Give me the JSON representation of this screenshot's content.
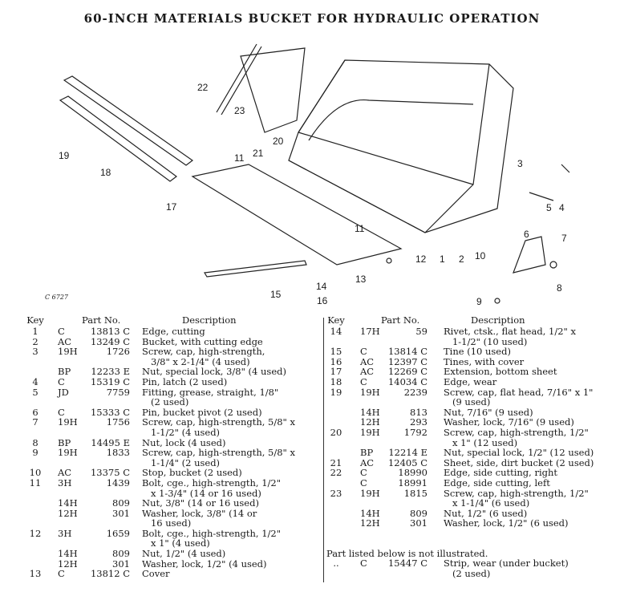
{
  "title": "60-INCH MATERIALS BUCKET FOR HYDRAULIC OPERATION",
  "figure_id": "C 6727",
  "callouts": [
    "22",
    "23",
    "21",
    "20",
    "19",
    "18",
    "17",
    "11",
    "11",
    "12",
    "13",
    "14",
    "15",
    "16",
    "1",
    "2",
    "3",
    "4",
    "5",
    "6",
    "7",
    "8",
    "9",
    "10"
  ],
  "headers": {
    "key": "Key",
    "part": "Part No.",
    "desc": "Description"
  },
  "left_rows": [
    {
      "k": "1",
      "p": "C",
      "n": "13813 C",
      "d": "Edge, cutting"
    },
    {
      "k": "2",
      "p": "AC",
      "n": "13249 C",
      "d": "Bucket, with cutting edge"
    },
    {
      "k": "3",
      "p": "19H",
      "n": "1726",
      "d": "Screw, cap, high-strength,"
    },
    {
      "k": "",
      "p": "",
      "n": "",
      "d": "   3/8\" x 2-1/4\" (4 used)"
    },
    {
      "k": "",
      "p": "BP",
      "n": "12233 E",
      "d": "Nut, special lock, 3/8\" (4 used)"
    },
    {
      "k": "4",
      "p": "C",
      "n": "15319 C",
      "d": "Pin, latch (2 used)"
    },
    {
      "k": "5",
      "p": "JD",
      "n": "7759",
      "d": "Fitting, grease, straight, 1/8\""
    },
    {
      "k": "",
      "p": "",
      "n": "",
      "d": "   (2 used)"
    },
    {
      "k": "6",
      "p": "C",
      "n": "15333 C",
      "d": "Pin, bucket pivot (2 used)"
    },
    {
      "k": "7",
      "p": "19H",
      "n": "1756",
      "d": "Screw, cap, high-strength, 5/8\" x"
    },
    {
      "k": "",
      "p": "",
      "n": "",
      "d": "   1-1/2\" (4 used)"
    },
    {
      "k": "8",
      "p": "BP",
      "n": "14495 E",
      "d": "Nut, lock (4 used)"
    },
    {
      "k": "9",
      "p": "19H",
      "n": "1833",
      "d": "Screw, cap, high-strength, 5/8\" x"
    },
    {
      "k": "",
      "p": "",
      "n": "",
      "d": "   1-1/4\" (2 used)"
    },
    {
      "k": "10",
      "p": "AC",
      "n": "13375 C",
      "d": "Stop, bucket (2 used)"
    },
    {
      "k": "11",
      "p": "3H",
      "n": "1439",
      "d": "Bolt, cge., high-strength, 1/2\""
    },
    {
      "k": "",
      "p": "",
      "n": "",
      "d": "   x 1-3/4\" (14 or 16 used)"
    },
    {
      "k": "",
      "p": "14H",
      "n": "809",
      "d": "Nut, 3/8\" (14 or 16 used)"
    },
    {
      "k": "",
      "p": "12H",
      "n": "301",
      "d": "Washer, lock, 3/8\" (14 or"
    },
    {
      "k": "",
      "p": "",
      "n": "",
      "d": "   16 used)"
    },
    {
      "k": "12",
      "p": "3H",
      "n": "1659",
      "d": "Bolt, cge., high-strength, 1/2\""
    },
    {
      "k": "",
      "p": "",
      "n": "",
      "d": "   x 1\" (4 used)"
    },
    {
      "k": "",
      "p": "14H",
      "n": "809",
      "d": "Nut, 1/2\" (4 used)"
    },
    {
      "k": "",
      "p": "12H",
      "n": "301",
      "d": "Washer, lock, 1/2\" (4 used)"
    },
    {
      "k": "13",
      "p": "C",
      "n": "13812 C",
      "d": "Cover"
    }
  ],
  "right_rows": [
    {
      "k": "14",
      "p": "17H",
      "n": "59",
      "d": "Rivet, ctsk., flat head, 1/2\" x"
    },
    {
      "k": "",
      "p": "",
      "n": "",
      "d": "   1-1/2\" (10 used)"
    },
    {
      "k": "15",
      "p": "C",
      "n": "13814 C",
      "d": "Tine (10 used)"
    },
    {
      "k": "16",
      "p": "AC",
      "n": "12397 C",
      "d": "Tines, with cover"
    },
    {
      "k": "17",
      "p": "AC",
      "n": "12269 C",
      "d": "Extension, bottom sheet"
    },
    {
      "k": "18",
      "p": "C",
      "n": "14034 C",
      "d": "Edge, wear"
    },
    {
      "k": "19",
      "p": "19H",
      "n": "2239",
      "d": "Screw, cap, flat head, 7/16\" x 1\""
    },
    {
      "k": "",
      "p": "",
      "n": "",
      "d": "   (9 used)"
    },
    {
      "k": "",
      "p": "14H",
      "n": "813",
      "d": "Nut, 7/16\" (9 used)"
    },
    {
      "k": "",
      "p": "12H",
      "n": "293",
      "d": "Washer, lock, 7/16\" (9 used)"
    },
    {
      "k": "20",
      "p": "19H",
      "n": "1792",
      "d": "Screw, cap, high-strength, 1/2\""
    },
    {
      "k": "",
      "p": "",
      "n": "",
      "d": "   x 1\" (12 used)"
    },
    {
      "k": "",
      "p": "BP",
      "n": "12214 E",
      "d": "Nut, special lock, 1/2\" (12 used)"
    },
    {
      "k": "21",
      "p": "AC",
      "n": "12405 C",
      "d": "Sheet, side, dirt bucket (2 used)"
    },
    {
      "k": "22",
      "p": "C",
      "n": "18990",
      "d": "Edge, side cutting, right"
    },
    {
      "k": "",
      "p": "C",
      "n": "18991",
      "d": "Edge, side cutting, left"
    },
    {
      "k": "23",
      "p": "19H",
      "n": "1815",
      "d": "Screw, cap, high-strength, 1/2\""
    },
    {
      "k": "",
      "p": "",
      "n": "",
      "d": "   x 1-1/4\" (6 used)"
    },
    {
      "k": "",
      "p": "14H",
      "n": "809",
      "d": "Nut, 1/2\" (6 used)"
    },
    {
      "k": "",
      "p": "12H",
      "n": "301",
      "d": "Washer, lock, 1/2\" (6 used)"
    }
  ],
  "note": "Part listed below is not illustrated.",
  "unillustrated_rows": [
    {
      "k": "..",
      "p": "C",
      "n": "15447 C",
      "d": "Strip, wear (under bucket)"
    },
    {
      "k": "",
      "p": "",
      "n": "",
      "d": "   (2 used)"
    }
  ]
}
